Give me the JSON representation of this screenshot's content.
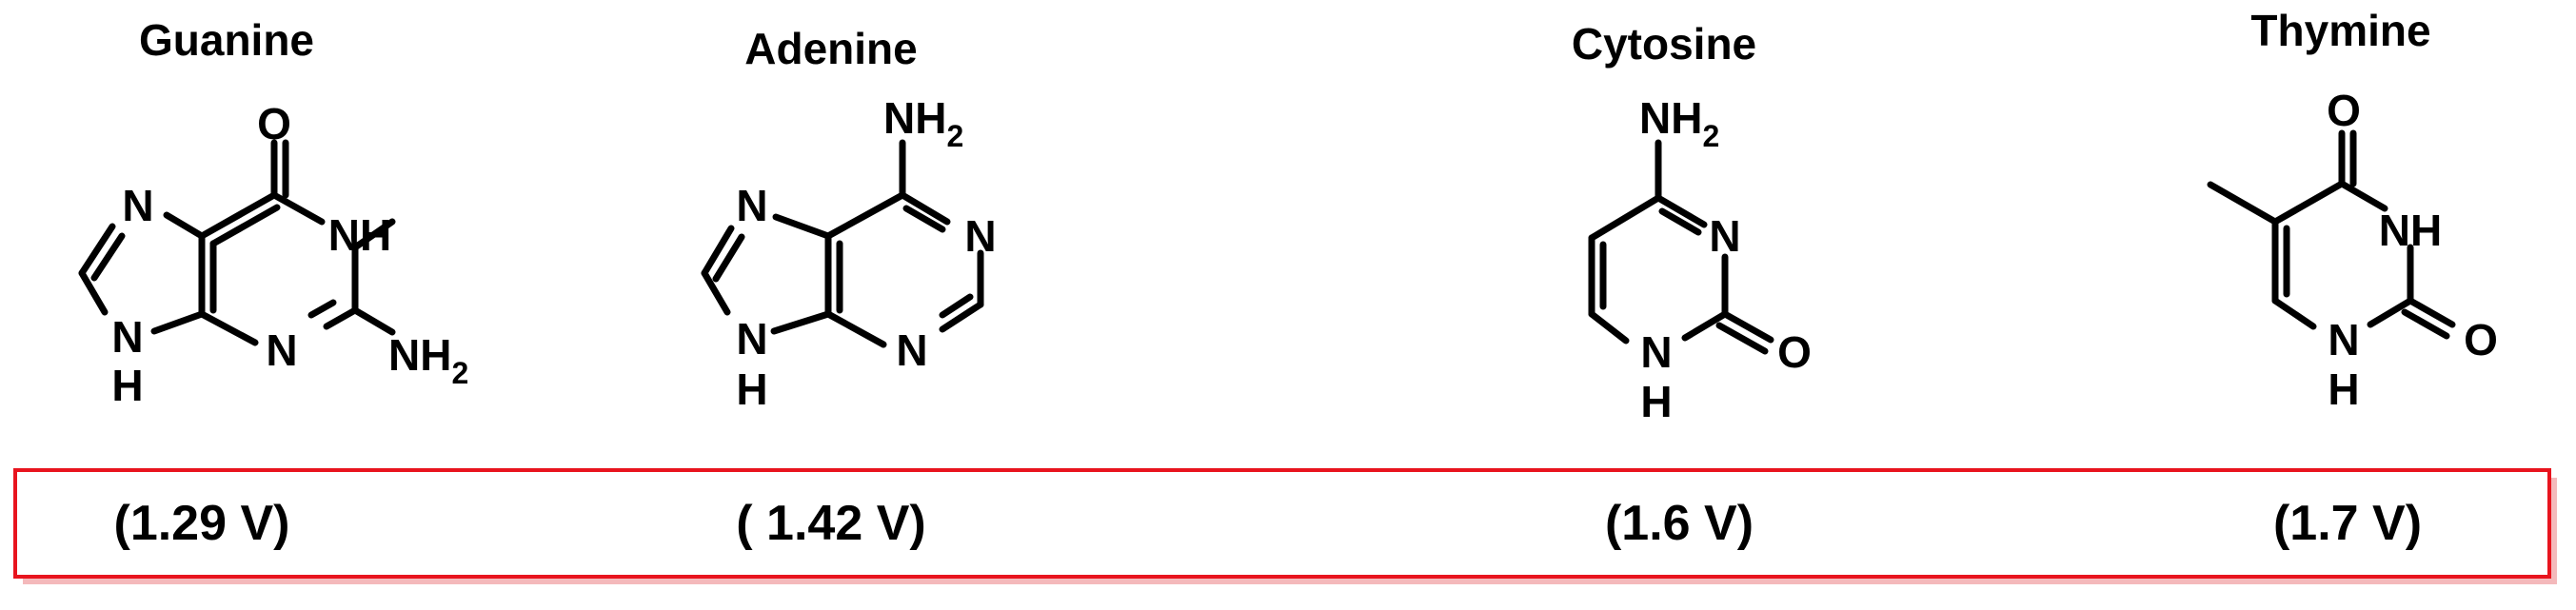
{
  "molecules": [
    {
      "name": "Guanine",
      "atoms": {
        "o": "O",
        "nh_ring": "NH",
        "n7": "N",
        "n3": "N",
        "nh9_n": "N",
        "nh9_h": "H",
        "nh2_nh": "NH",
        "nh2_sub": "2"
      },
      "potential": "(1.29 V)"
    },
    {
      "name": "Adenine",
      "atoms": {
        "nh2_nh": "NH",
        "nh2_sub": "2",
        "n1": "N",
        "n3": "N",
        "n7": "N",
        "nh9_n": "N",
        "nh9_h": "H"
      },
      "potential": "( 1.42 V)"
    },
    {
      "name": "Cytosine",
      "atoms": {
        "nh2_nh": "NH",
        "nh2_sub": "2",
        "n3": "N",
        "o": "O",
        "n1_n": "N",
        "n1_h": "H"
      },
      "potential": "(1.6 V)"
    },
    {
      "name": "Thymine",
      "atoms": {
        "o4": "O",
        "nh3": "NH",
        "o2": "O",
        "n1_n": "N",
        "n1_h": "H"
      },
      "potential": "(1.7 V)"
    }
  ],
  "colors": {
    "box_border": "#e8141e",
    "box_shadow": "#f4b9bb",
    "text": "#000000"
  }
}
